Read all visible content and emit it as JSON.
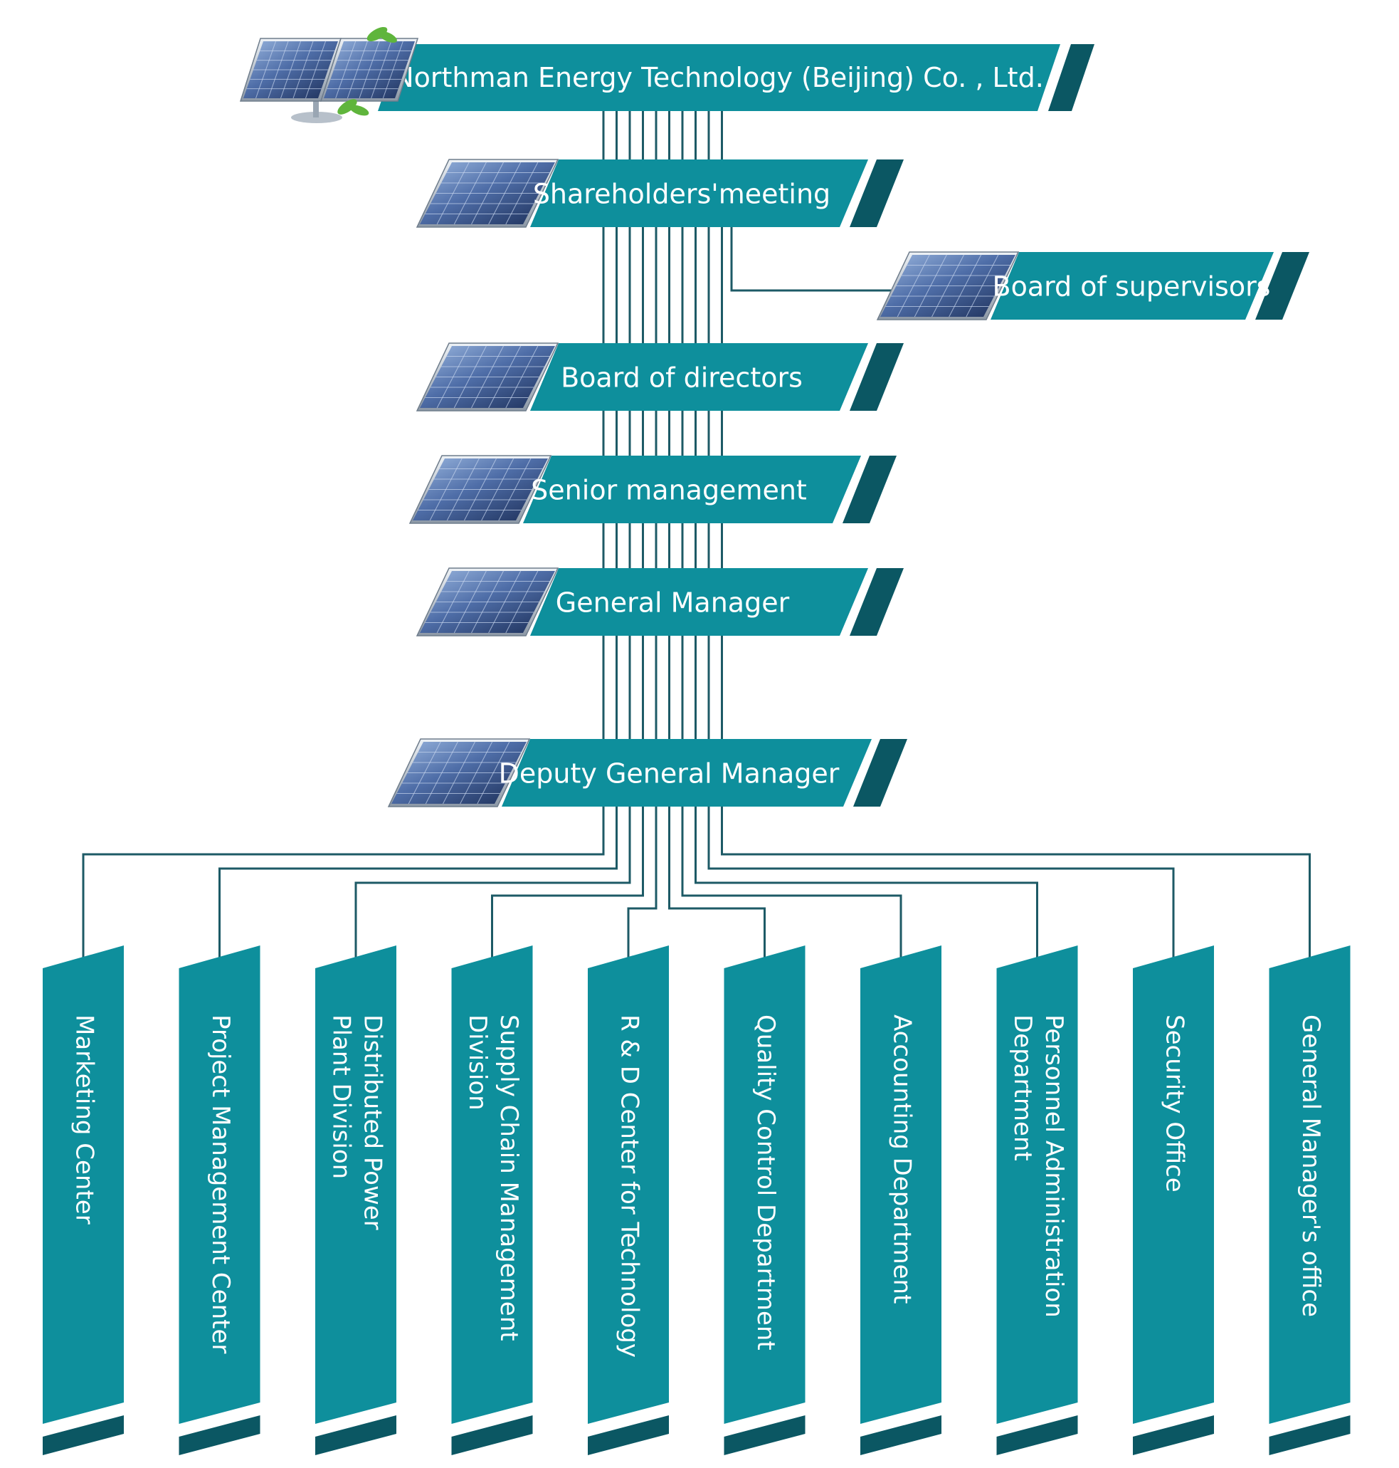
{
  "colors": {
    "teal": "#0e8f9c",
    "dark_teal": "#0b5763",
    "line": "#1d5a66",
    "panel_dark": "#1b2d56",
    "panel_light": "#7d9ed0",
    "frame": "#c9d2dc",
    "leaf": "#5fb53c"
  },
  "icons": {
    "panel": "solar-panel-icon",
    "logo": "solar-tree-logo"
  },
  "company": {
    "title": "Northman Energy Technology (Beijing) Co. , Ltd."
  },
  "levels": [
    {
      "id": "shareholders",
      "label": "Shareholders'meeting"
    },
    {
      "id": "supervisors",
      "label": "Board of supervisors"
    },
    {
      "id": "directors",
      "label": "Board of directors"
    },
    {
      "id": "senior",
      "label": "Senior management"
    },
    {
      "id": "gm",
      "label": "General Manager"
    },
    {
      "id": "dgm",
      "label": "Deputy General Manager"
    }
  ],
  "departments": [
    {
      "id": "marketing",
      "lines": [
        "Marketing Center"
      ]
    },
    {
      "id": "project",
      "lines": [
        "Project Management Center"
      ]
    },
    {
      "id": "distributed",
      "lines": [
        "Distributed Power",
        "Plant Division"
      ]
    },
    {
      "id": "supply",
      "lines": [
        "Supply Chain Management",
        "Division"
      ]
    },
    {
      "id": "rd",
      "lines": [
        "R & D Center for Technology"
      ]
    },
    {
      "id": "quality",
      "lines": [
        "Quality Control Department"
      ]
    },
    {
      "id": "accounting",
      "lines": [
        "Accounting Department"
      ]
    },
    {
      "id": "personnel",
      "lines": [
        "Personnel Administration",
        "Department"
      ]
    },
    {
      "id": "security",
      "lines": [
        "Security Office"
      ]
    },
    {
      "id": "gmoffice",
      "lines": [
        "General Manager's office"
      ]
    }
  ]
}
